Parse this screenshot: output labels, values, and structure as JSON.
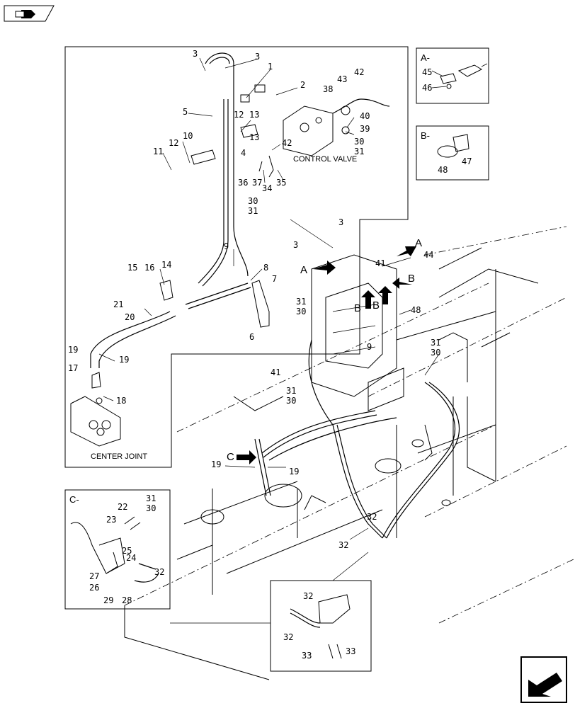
{
  "labels": {
    "control_valve": "CONTROL VALVE",
    "center_joint": "CENTER JOINT"
  },
  "detail_views": {
    "a": "A-",
    "b": "B-",
    "c": "C-"
  },
  "view_markers": {
    "a": "A",
    "b": "B",
    "c": "C"
  },
  "callouts": {
    "n1": "1",
    "n2": "2",
    "n3": "3",
    "n4": "4",
    "n5": "5",
    "n6": "6",
    "n7": "7",
    "n8": "8",
    "n9": "9",
    "n10": "10",
    "n11": "11",
    "n12": "12",
    "n13": "13",
    "n14": "14",
    "n15": "15",
    "n16": "16",
    "n17": "17",
    "n18": "18",
    "n19": "19",
    "n20": "20",
    "n21": "21",
    "n22": "22",
    "n23": "23",
    "n24": "24",
    "n25": "25",
    "n26": "26",
    "n27": "27",
    "n28": "28",
    "n29": "29",
    "n30": "30",
    "n31": "31",
    "n32": "32",
    "n33": "33",
    "n34": "34",
    "n35": "35",
    "n36": "36",
    "n37": "37",
    "n38": "38",
    "n39": "39",
    "n40": "40",
    "n41": "41",
    "n42": "42",
    "n43": "43",
    "n44": "44",
    "n45": "45",
    "n46": "46",
    "n47": "47",
    "n48": "48"
  },
  "icons": {
    "top_left": "open-book-arrow-icon",
    "bottom_right": "next-page-arrow-icon"
  }
}
